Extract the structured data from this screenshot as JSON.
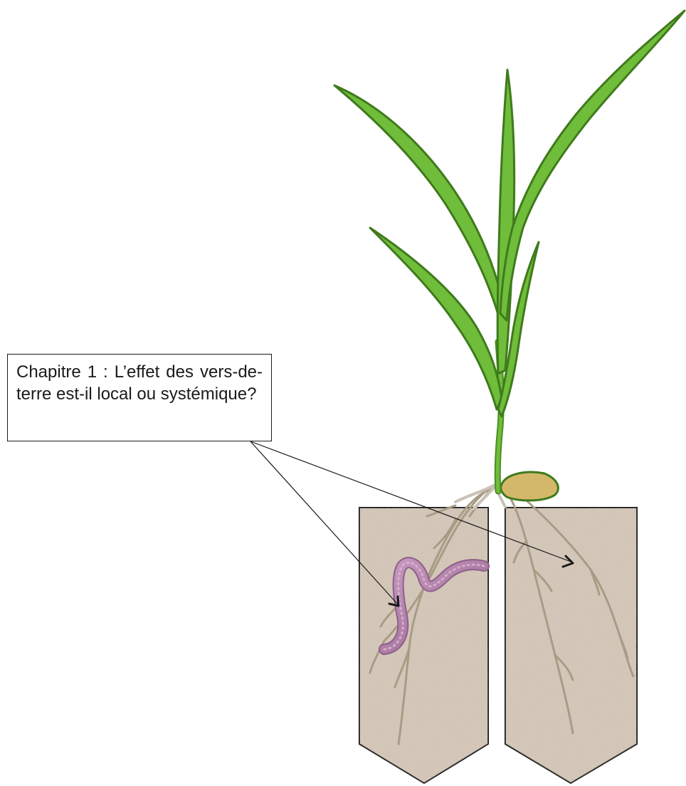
{
  "callout": {
    "text": "Chapitre 1 : L’effet des vers-de-terre est-il local ou systémique?"
  },
  "colors": {
    "leaf_fill": "#6fbd3a",
    "leaf_outline": "#3f7a1c",
    "stem": "#5aa52c",
    "seed": "#d4b86a",
    "root": "#a89c86",
    "soil": "#d8cbbc",
    "worm": "#b682ab"
  },
  "icons": [
    "plant",
    "earthworm",
    "soil-pot-left",
    "soil-pot-right",
    "roots",
    "seed",
    "arrow"
  ]
}
